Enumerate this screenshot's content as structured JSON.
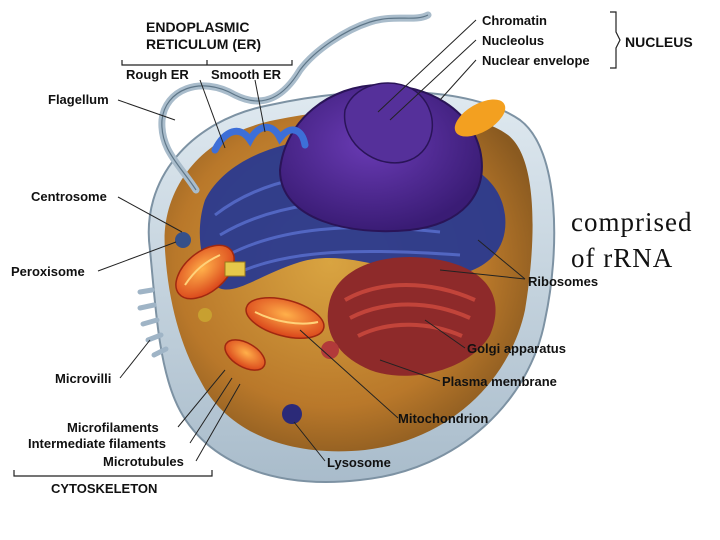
{
  "labels": {
    "er_title_line1": "ENDOPLASMIC",
    "er_title_line2": "RETICULUM (ER)",
    "rough_er": "Rough ER",
    "smooth_er": "Smooth ER",
    "flagellum": "Flagellum",
    "centrosome": "Centrosome",
    "peroxisome": "Peroxisome",
    "microvilli": "Microvilli",
    "microfilaments": "Microfilaments",
    "intermediate_filaments": "Intermediate filaments",
    "microtubules": "Microtubules",
    "cytoskeleton": "CYTOSKELETON",
    "chromatin": "Chromatin",
    "nucleolus": "Nucleolus",
    "nuclear_envelope": "Nuclear envelope",
    "nucleus": "NUCLEUS",
    "ribosomes": "Ribosomes",
    "golgi_apparatus": "Golgi apparatus",
    "plasma_membrane": "Plasma membrane",
    "mitochondrion": "Mitochondrion",
    "lysosome": "Lysosome"
  },
  "overlay_text": {
    "line1": "comprised",
    "line2": "of rRNA"
  }
}
